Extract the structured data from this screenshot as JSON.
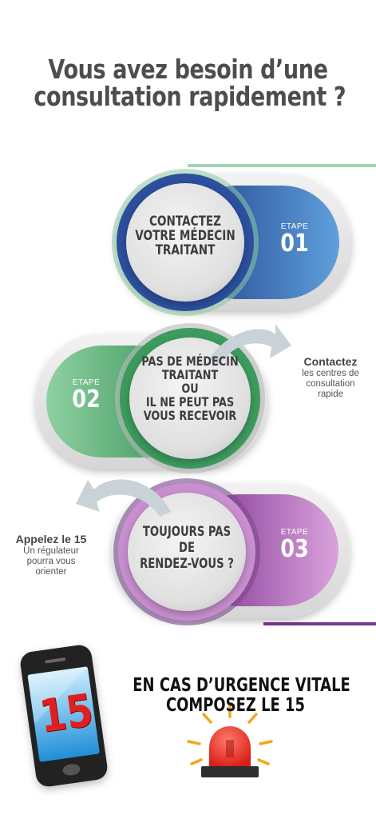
{
  "title": {
    "line1": "Vous avez besoin d’une",
    "line2": "consultation rapidement ?"
  },
  "steps": [
    {
      "word": "ETAPE",
      "number": "01",
      "line1": "CONTACTEZ",
      "line2": "VOTRE MÉDECIN",
      "line3": "TRAITANT",
      "color": "#2f5fa8"
    },
    {
      "word": "ETAPE",
      "number": "02",
      "line1": "PAS DE MÉDECIN",
      "line2": "TRAITANT",
      "line3": "OU",
      "line4": "IL NE PEUT PAS",
      "line5": "VOUS RECEVOIR",
      "color": "#3a9a5c"
    },
    {
      "word": "ETAPE",
      "number": "03",
      "line1": "TOUJOURS PAS",
      "line2": "DE",
      "line3": "RENDEZ-VOUS ?",
      "color": "#9b3fa6"
    }
  ],
  "side_right": {
    "heading": "Contactez",
    "line1": "les centres  de",
    "line2": "consultation",
    "line3": "rapide"
  },
  "side_left": {
    "heading": "Appelez le 15",
    "line1": "Un régulateur",
    "line2": "pourra vous",
    "line3": "orienter"
  },
  "urgence": {
    "line1": "EN CAS D’URGENCE VITALE",
    "line2": "COMPOSEZ LE 15"
  },
  "phone": {
    "number": "15"
  }
}
